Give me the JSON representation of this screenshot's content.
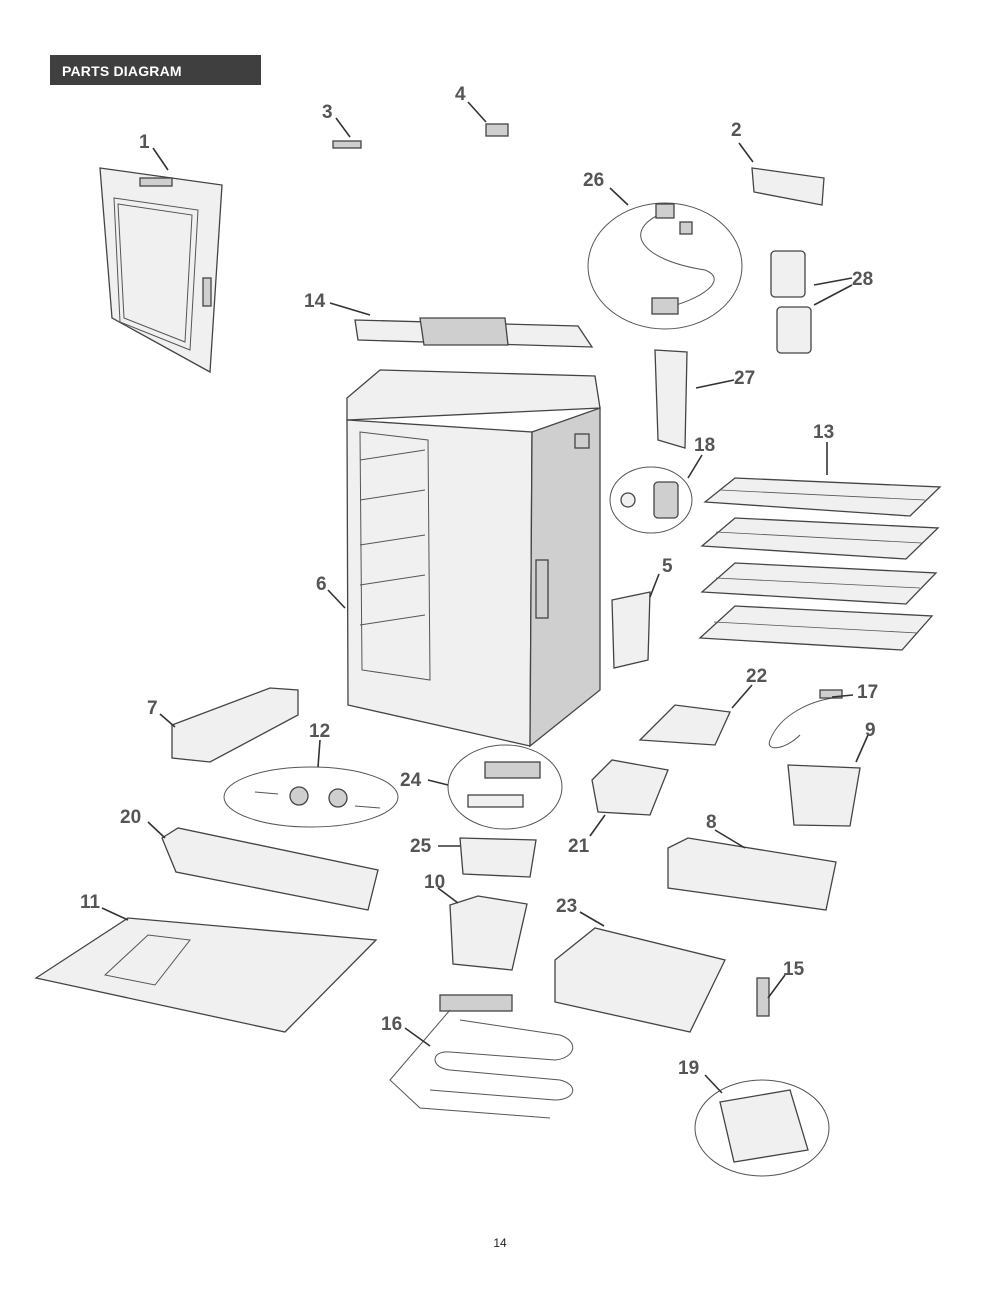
{
  "header": {
    "title": "PARTS DIAGRAM"
  },
  "parts": [
    {
      "number": "1"
    },
    {
      "number": "2"
    },
    {
      "number": "3"
    },
    {
      "number": "4"
    },
    {
      "number": "5"
    },
    {
      "number": "6"
    },
    {
      "number": "7"
    },
    {
      "number": "8"
    },
    {
      "number": "9"
    },
    {
      "number": "10"
    },
    {
      "number": "11"
    },
    {
      "number": "12"
    },
    {
      "number": "13"
    },
    {
      "number": "14"
    },
    {
      "number": "15"
    },
    {
      "number": "16"
    },
    {
      "number": "17"
    },
    {
      "number": "18"
    },
    {
      "number": "19"
    },
    {
      "number": "20"
    },
    {
      "number": "21"
    },
    {
      "number": "22"
    },
    {
      "number": "23"
    },
    {
      "number": "24"
    },
    {
      "number": "25"
    },
    {
      "number": "26"
    },
    {
      "number": "27"
    },
    {
      "number": "28"
    }
  ],
  "footer": {
    "page_number": "14"
  }
}
